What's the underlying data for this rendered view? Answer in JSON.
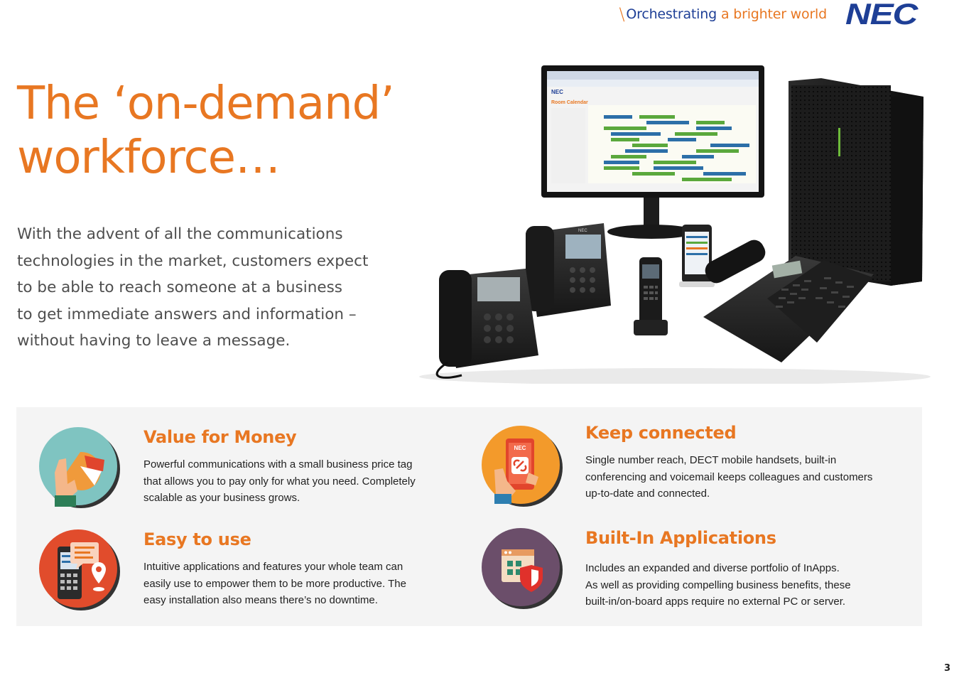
{
  "header": {
    "tagline_main": "Orchestrating",
    "tagline_accent": "a brighter world",
    "logo": "NEC"
  },
  "title": {
    "line1": "The ‘on-demand’",
    "line2": "workforce…"
  },
  "intro": {
    "lines": [
      "With the advent of all the communications",
      "technologies in the market, customers expect",
      "to be able to reach someone at a business",
      "to get immediate answers and information –",
      "without having to leave a message."
    ]
  },
  "hero": {
    "screen_app_title": "Room Calendar",
    "screen_brand": "NEC",
    "phone_brand": "NEC"
  },
  "features": [
    {
      "title": "Value for Money",
      "icon": "pie-chart-icon",
      "lines": [
        "Powerful communications with a small business price tag",
        "that allows you to pay only for what you need. Completely",
        "scalable as your business grows."
      ]
    },
    {
      "title": "Keep connected",
      "icon": "mobile-link-icon",
      "lines": [
        "Single number reach, DECT mobile handsets, built-in",
        "conferencing and voicemail keeps colleagues and customers",
        "up-to-date and connected."
      ]
    },
    {
      "title": "Easy to use",
      "icon": "phone-chat-location-icon",
      "lines": [
        "Intuitive applications and features your whole team can",
        "easily use to empower them to be more productive. The",
        "easy installation also means there’s no downtime."
      ]
    },
    {
      "title": "Built-In Applications",
      "icon": "app-shield-icon",
      "lines": [
        "Includes an expanded and diverse portfolio of InApps.",
        "As well as providing compelling business benefits, these",
        "built-in/on-board apps require no external PC or server."
      ]
    }
  ],
  "colors": {
    "accent": "#e87722",
    "brand": "#1e3f96",
    "panel": "#f4f4f4",
    "body_text": "#4e4e4e"
  },
  "page_number": "3"
}
